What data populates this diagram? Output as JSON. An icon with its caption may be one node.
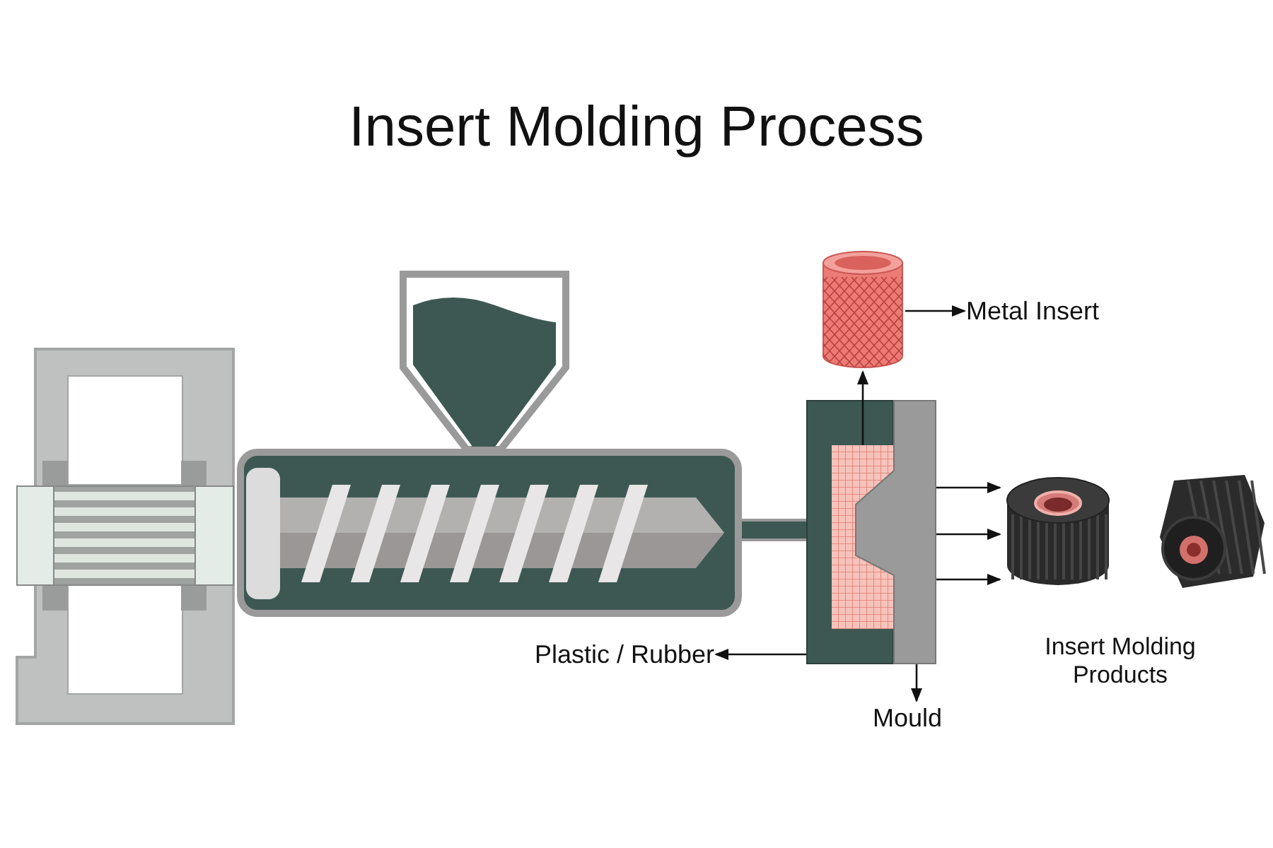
{
  "diagram": {
    "title": "Insert Molding Process",
    "nodes": [
      {
        "text": [
          "Metal Insert"
        ]
      },
      {
        "text": [],
        "shape": "picture"
      },
      {
        "text": [],
        "shape": "box",
        "in": 4
      },
      {
        "text": [
          "Plastic / Rubber"
        ]
      },
      {
        "text": [],
        "shape": "box"
      },
      {
        "text": [
          "Mould"
        ]
      },
      {
        "text": [],
        "shape": "box"
      },
      {
        "text": [],
        "shape": "picture"
      },
      {
        "text": [],
        "shape": "picture"
      }
    ],
    "edges": [
      {
        "from": 1,
        "to": 0,
        "arrow": "to"
      },
      {
        "from": 2,
        "to": 1,
        "arrow": "to"
      },
      {
        "from": 4,
        "to": 3,
        "arrow": "to"
      },
      {
        "from": 6,
        "to": 5,
        "arrow": "to"
      },
      {
        "from": 6,
        "to": 7,
        "arrow": "to"
      },
      {
        "from": 6,
        "to": 7,
        "arrow": "to"
      },
      {
        "from": 6,
        "to": 7,
        "arrow": "to"
      }
    ],
    "labels": [
      "Insert Molding Products"
    ]
  }
}
